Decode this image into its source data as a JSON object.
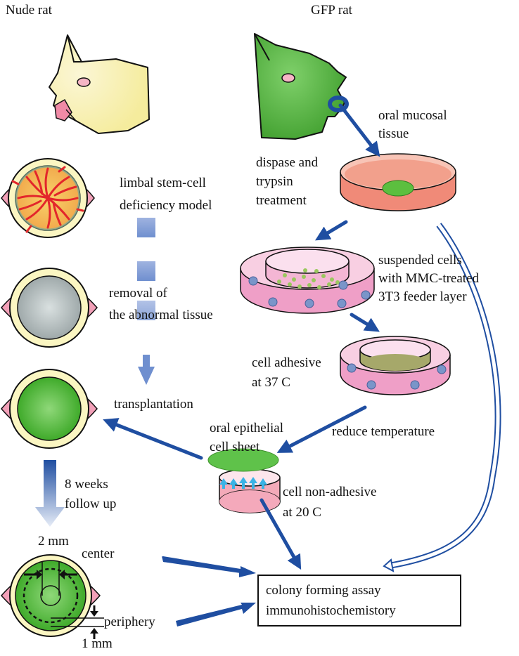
{
  "labels": {
    "nude_rat": "Nude rat",
    "gfp_rat": "GFP rat",
    "oral_mucosal": "oral mucosal\ntissue",
    "dispase": "dispase and\ntrypsin\ntreatment",
    "lscd": "limbal stem-cell\ndeficiency model",
    "suspended": "suspended cells\nwith MMC-treated\n3T3 feeder layer",
    "removal": "removal of\nthe abnormal tissue",
    "cell_adhesive": "cell adhesive\nat 37 C",
    "transplantation": "transplantation",
    "reduce_temp": "reduce temperature",
    "sheet": "oral epithelial\ncell sheet",
    "non_adhesive": "cell non-adhesive\nat 20 C",
    "follow_up": "8 weeks\nfollow up",
    "two_mm": "2 mm",
    "center": "center",
    "periphery": "periphery",
    "one_mm": "1 mm",
    "assay": "colony forming assay\nimmunohistochemistory"
  },
  "colors": {
    "arrow_blue": "#1f4ea1",
    "nude_skin": "#faf3c0",
    "gfp_green": "#53b53a",
    "dish_pink": "#f2a896",
    "culture_pink": "#ef9fc7",
    "sheet_green": "#5fc24a",
    "cornea_green": "#5cbc3f",
    "lscd_red": "#e3262b",
    "up_arrow_cyan": "#3ab3e6",
    "step_square": "#6f8fcf"
  }
}
